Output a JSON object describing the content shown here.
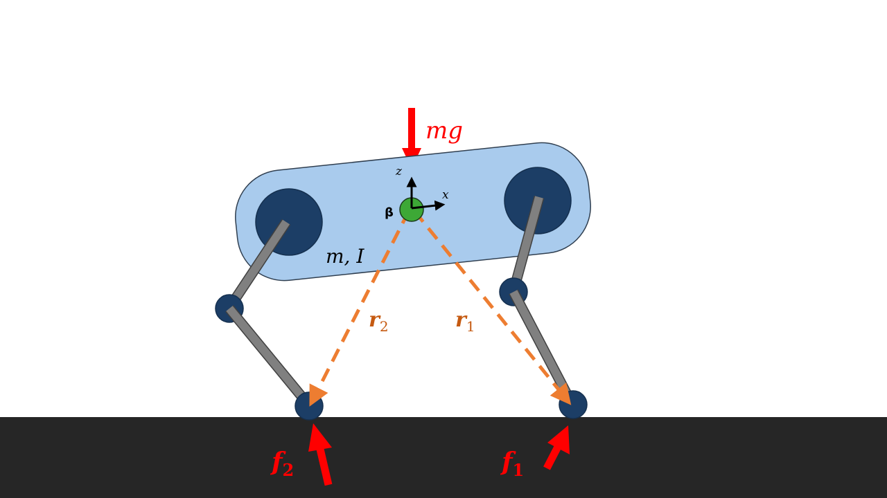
{
  "labels": {
    "weight": "mg",
    "mass_inertia": "m, I",
    "r2_base": "r",
    "r2_sub": "2",
    "r1_base": "r",
    "r1_sub": "1",
    "f2_base": "f",
    "f2_sub": "2",
    "f1_base": "f",
    "f1_sub": "1",
    "z_axis": "z",
    "x_axis": "x",
    "beta": "β"
  },
  "colors": {
    "background": "#ffffff",
    "ground": "#262626",
    "body_fill": "#a9cbed",
    "body_stroke": "#2f3e4f",
    "joint_fill": "#1c3e66",
    "link_fill": "#808080",
    "force_arrow": "#ff0000",
    "position_vector": "#ed7d31",
    "position_label": "#c55a11",
    "com_fill": "#3da836",
    "axis": "#000000"
  }
}
